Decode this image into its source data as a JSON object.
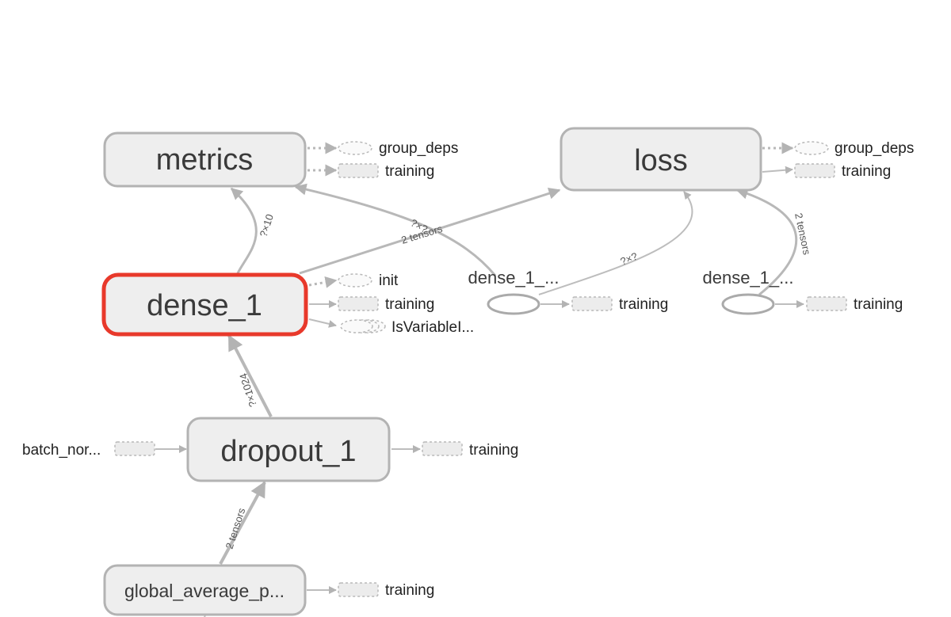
{
  "nodes": {
    "metrics": "metrics",
    "loss": "loss",
    "dense_1": "dense_1",
    "dropout_1": "dropout_1",
    "global_avg": "global_average_p...",
    "dense_op_a": "dense_1_...",
    "dense_op_b": "dense_1_..."
  },
  "aux": {
    "group_deps": "group_deps",
    "training": "training",
    "init": "init",
    "is_variable": "IsVariableI...",
    "batch_nor": "batch_nor..."
  },
  "edges": {
    "metrics_in": "?×10",
    "dense_metrics": "?×?",
    "two_tensors": "2 tensors",
    "loss_in_a": "?×?",
    "loss_in_b": "2 tensors",
    "dropout_dense": "?×1024",
    "gap_dropout": "2 tensors"
  },
  "colors": {
    "node_fill": "#eeeeee",
    "node_stroke": "#b3b3b3",
    "selected_stroke": "#e8392b",
    "edge": "#b8b8b8"
  }
}
